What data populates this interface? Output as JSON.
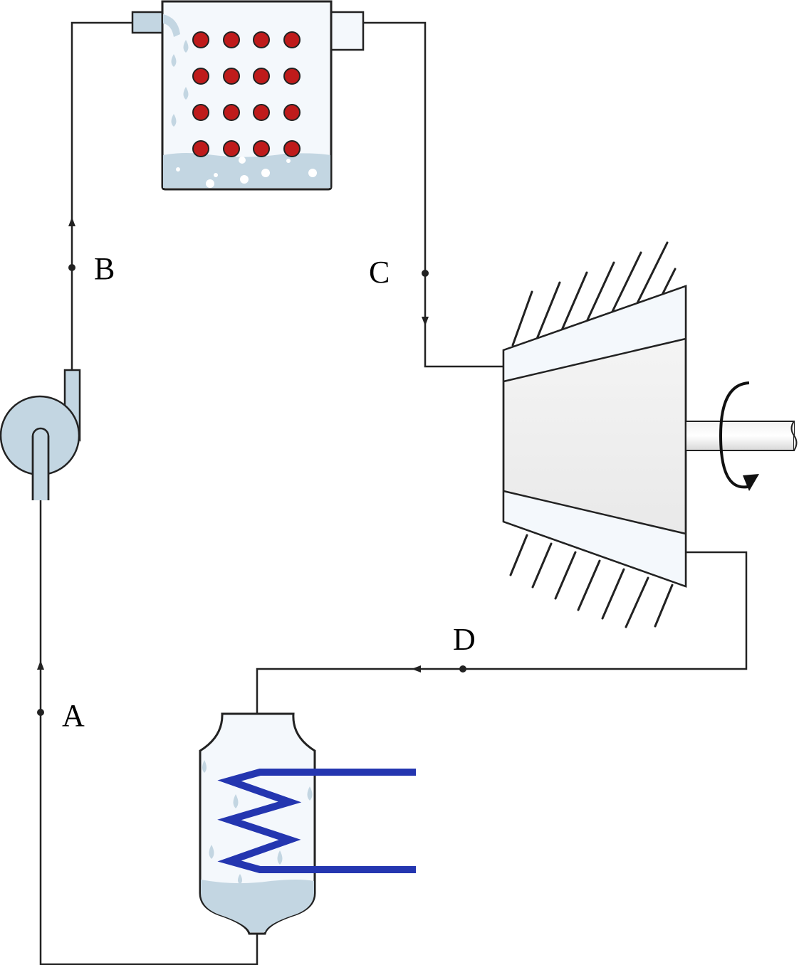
{
  "points": {
    "a": "A",
    "b": "B",
    "c": "C",
    "d": "D"
  },
  "colors": {
    "line": "#222222",
    "water": "#c3d6e2",
    "vessel": "#f4f8fc",
    "heater": "#3a4ec3",
    "tube": "#bf1b1b",
    "turbine_fill": "#ededed"
  },
  "icons": [
    "boiler",
    "pump",
    "turbine",
    "condenser",
    "shaft",
    "rotation-arrow"
  ]
}
